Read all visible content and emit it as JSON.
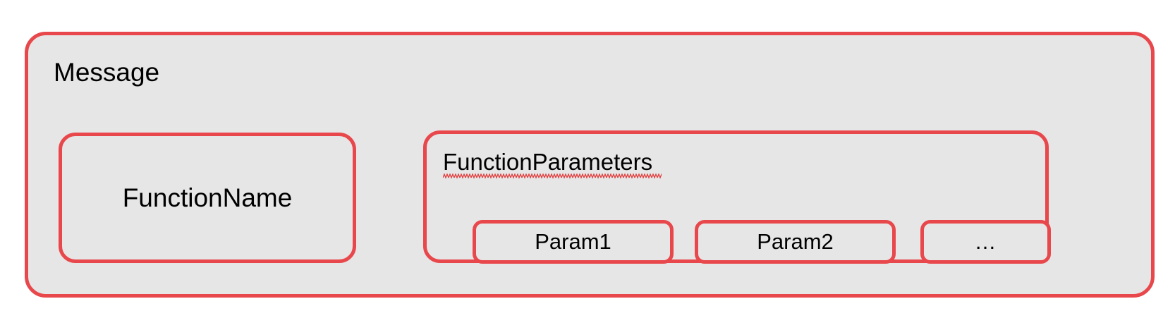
{
  "diagram": {
    "title": "Message",
    "background_color": "#FFFFFF",
    "box_fill_color": "#E6E6E6",
    "border_color": "#E8474B",
    "text_color": "#000000",
    "spellcheck_underline_color": "#E23B3B",
    "outer_box": {
      "label": "Message"
    },
    "function_name_box": {
      "label": "FunctionName"
    },
    "function_parameters_box": {
      "label": "FunctionParameters",
      "spellcheck_flagged": true,
      "params": [
        {
          "label": "Param1"
        },
        {
          "label": "Param2"
        },
        {
          "label": "…"
        }
      ]
    }
  }
}
